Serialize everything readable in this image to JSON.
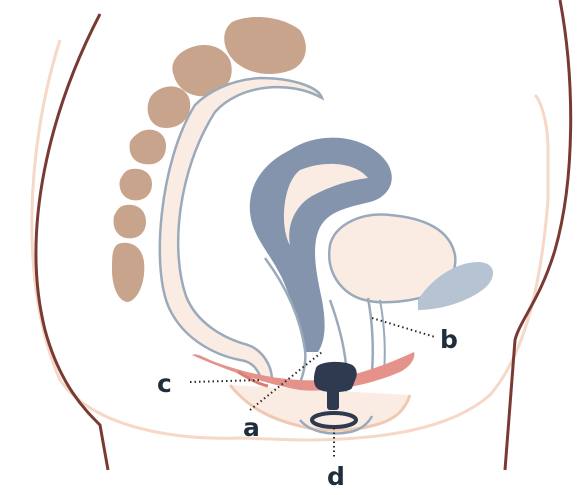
{
  "labels": {
    "a": "a",
    "b": "b",
    "c": "c",
    "d": "d"
  },
  "colors": {
    "background": "#ffffff",
    "body_outline": "#7a3a34",
    "bone": "#c9a48c",
    "skin_fill": "#fbece3",
    "organ_outline": "#9aaabb",
    "uterus_fill": "#8494ad",
    "bladder_shadow": "#a9b8c9",
    "pelvic_floor_muscle": "#e5938a",
    "device": "#2d3a4f",
    "label_text": "#1f2d3d",
    "leader_line": "#2a2a2a"
  }
}
